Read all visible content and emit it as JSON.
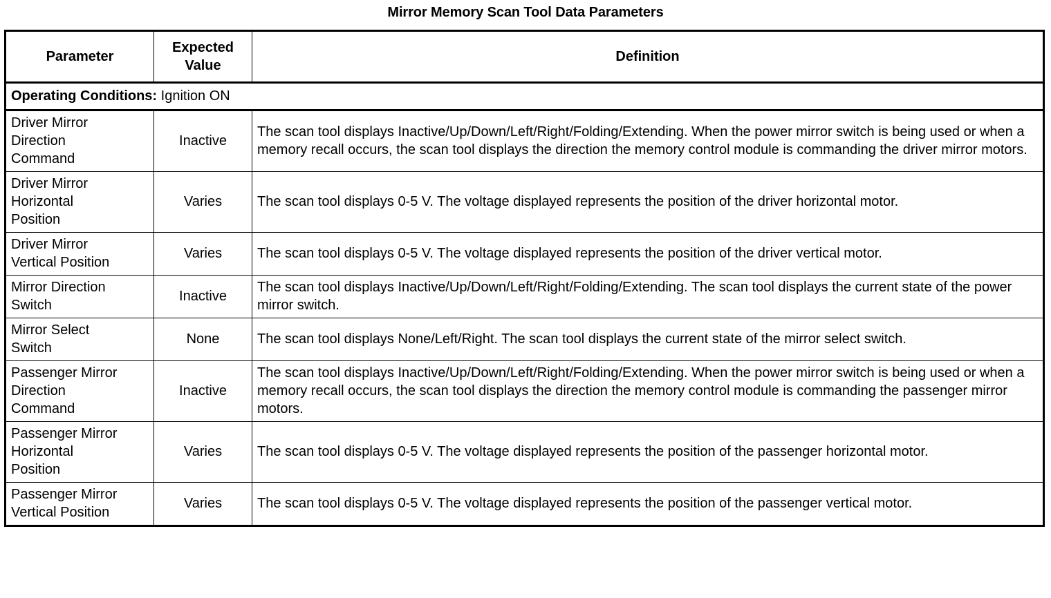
{
  "document": {
    "title": "Mirror Memory Scan Tool Data Parameters"
  },
  "table": {
    "columns": {
      "parameter": "Parameter",
      "expected_value_line1": "Expected",
      "expected_value_line2": "Value",
      "definition": "Definition"
    },
    "operating_conditions": {
      "label": "Operating Conditions:",
      "value": "Ignition ON"
    },
    "rows": [
      {
        "parameter": "Driver Mirror Direction Command",
        "parameter_lines": [
          "Driver Mirror",
          "Direction",
          "Command"
        ],
        "expected_value": "Inactive",
        "definition": "The scan tool displays Inactive/Up/Down/Left/Right/Folding/Extending. When the power mirror switch is being used or when a memory recall occurs, the scan tool displays the direction the memory control module is commanding the driver mirror motors."
      },
      {
        "parameter": "Driver Mirror Horizontal Position",
        "parameter_lines": [
          "Driver Mirror",
          "Horizontal",
          "Position"
        ],
        "expected_value": "Varies",
        "definition": "The scan tool displays 0-5 V. The voltage displayed represents the position of the driver horizontal motor."
      },
      {
        "parameter": "Driver Mirror Vertical Position",
        "parameter_lines": [
          "Driver Mirror",
          "Vertical Position"
        ],
        "expected_value": "Varies",
        "definition": "The scan tool displays 0-5 V. The voltage displayed represents the position of the driver vertical motor."
      },
      {
        "parameter": "Mirror Direction Switch",
        "parameter_lines": [
          "Mirror Direction",
          "Switch"
        ],
        "expected_value": "Inactive",
        "definition": "The scan tool displays Inactive/Up/Down/Left/Right/Folding/Extending. The scan tool displays the current state of the power mirror switch."
      },
      {
        "parameter": "Mirror Select Switch",
        "parameter_lines": [
          "Mirror Select",
          "Switch"
        ],
        "expected_value": "None",
        "definition": "The scan tool displays None/Left/Right. The scan tool displays the current state of the mirror select switch."
      },
      {
        "parameter": "Passenger Mirror Direction Command",
        "parameter_lines": [
          "Passenger Mirror",
          "Direction",
          "Command"
        ],
        "expected_value": "Inactive",
        "definition": "The scan tool displays Inactive/Up/Down/Left/Right/Folding/Extending. When the power mirror switch is being used or when a memory recall occurs, the scan tool displays the direction the memory control module is commanding the passenger mirror motors."
      },
      {
        "parameter": "Passenger Mirror Horizontal Position",
        "parameter_lines": [
          "Passenger Mirror",
          "Horizontal",
          "Position"
        ],
        "expected_value": "Varies",
        "definition": "The scan tool displays 0-5 V. The voltage displayed represents the position of the passenger horizontal motor."
      },
      {
        "parameter": "Passenger Mirror Vertical Position",
        "parameter_lines": [
          "Passenger Mirror",
          "Vertical Position"
        ],
        "expected_value": "Varies",
        "definition": "The scan tool displays 0-5 V. The voltage displayed represents the position of the passenger vertical motor."
      }
    ]
  },
  "colors": {
    "text": "#000000",
    "border": "#000000",
    "background": "#ffffff"
  }
}
